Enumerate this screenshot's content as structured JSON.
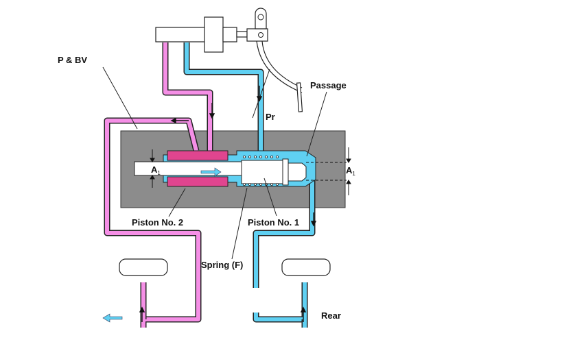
{
  "diagram": {
    "title": "Proportioning and Bypass Valve (P & BV) operation",
    "labels": {
      "pbv": "P & BV",
      "pr": "Pr",
      "passage": "Passage",
      "a1_left": "A",
      "a1_left_sub": "1",
      "a1_right": "A",
      "a1_right_sub": "1",
      "piston2": "Piston No. 2",
      "piston1": "Piston No. 1",
      "spring": "Spring (F)",
      "rear": "Rear"
    },
    "colors": {
      "front_circuit": "#f58fe6",
      "piston2_fill": "#e0458f",
      "rear_circuit": "#5fd0f2",
      "valve_body": "#8c8c8c",
      "outline": "#222222"
    },
    "icons": [
      "brake-pedal",
      "master-cylinder",
      "wheel-cylinder",
      "flow-arrow"
    ]
  }
}
